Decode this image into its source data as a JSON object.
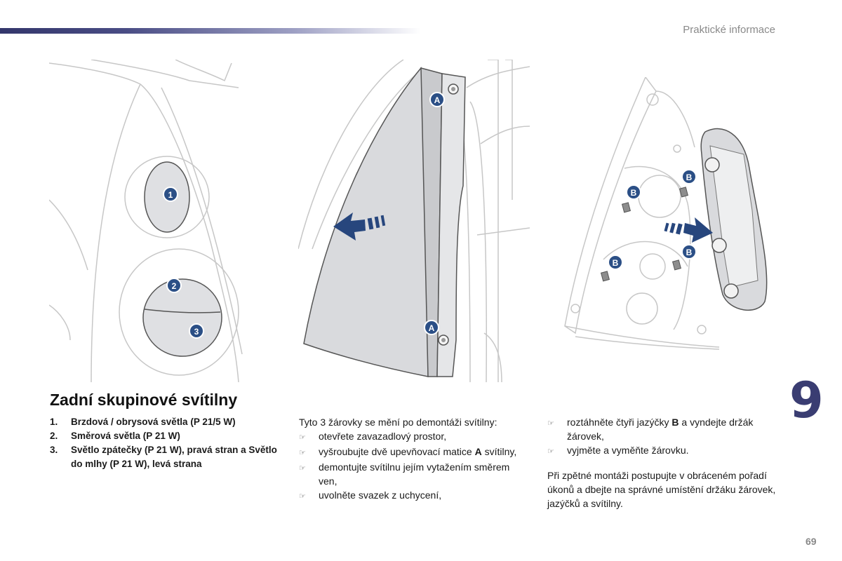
{
  "header": {
    "section": "Praktické informace"
  },
  "chapter": "9",
  "page_number": "69",
  "figures": {
    "fig1_markers": [
      "1",
      "2",
      "3"
    ],
    "fig2_markers": [
      "A",
      "A"
    ],
    "fig3_markers": [
      "B",
      "B",
      "B",
      "B"
    ]
  },
  "title": "Zadní skupinové svítilny",
  "bulbs": [
    {
      "num": "1.",
      "text": "Brzdová / obrysová světla (P 21/5 W)"
    },
    {
      "num": "2.",
      "text": "Směrová světla (P 21 W)"
    },
    {
      "num": "3.",
      "text": "Světlo zpátečky (P 21 W), pravá stran a Světlo do mlhy (P 21 W), levá strana"
    }
  ],
  "instructions": {
    "intro": "Tyto 3 žárovky se mění po demontáži svítilny:",
    "steps_left": [
      {
        "before": "otevřete zavazadlový prostor,",
        "bold": "",
        "after": ""
      },
      {
        "before": "vyšroubujte dvě upevňovací matice ",
        "bold": "A",
        "after": " svítilny,"
      },
      {
        "before": "demontujte svítilnu jejím vytažením směrem ven,",
        "bold": "",
        "after": ""
      },
      {
        "before": "uvolněte svazek z uchycení,",
        "bold": "",
        "after": ""
      }
    ],
    "steps_right": [
      {
        "before": "roztáhněte čtyři jazýčky ",
        "bold": "B",
        "after": " a vyndejte držák žárovek,"
      },
      {
        "before": "vyjměte a vyměňte žárovku.",
        "bold": "",
        "after": ""
      }
    ],
    "note": "Při zpětné montáži postupujte v obráceném pořadí úkonů a dbejte na správné umístění držáku žárovek, jazýčků a svítilny."
  },
  "bullet_glyph": "☞",
  "colors": {
    "brand": "#3a3d72",
    "marker": "#2b4f86",
    "arrow": "#27467d"
  }
}
